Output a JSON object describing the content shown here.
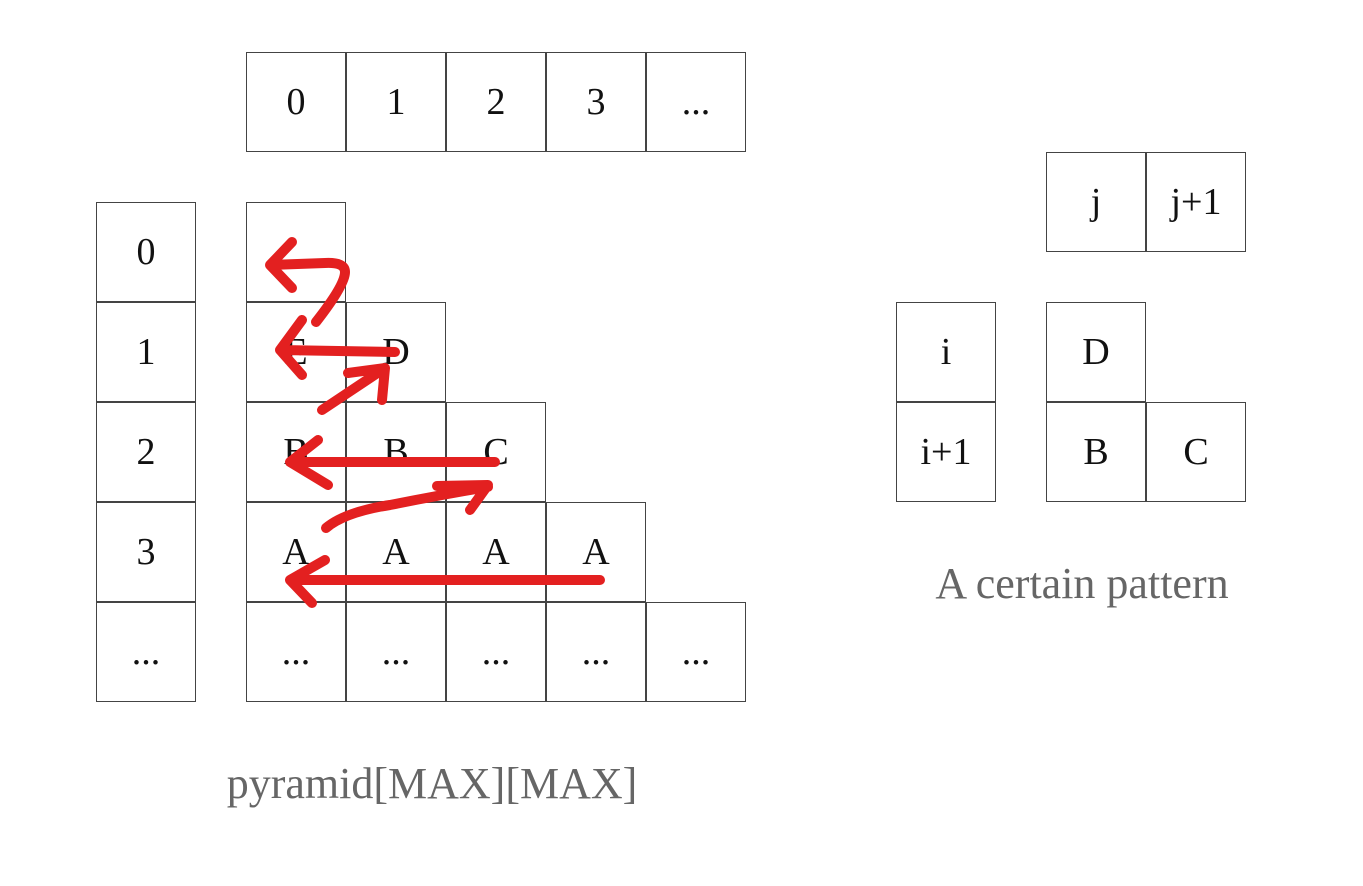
{
  "pyramid_diagram": {
    "column_index_header": [
      "0",
      "1",
      "2",
      "3",
      "..."
    ],
    "row_index_header": [
      "0",
      "1",
      "2",
      "3",
      "..."
    ],
    "rows": [
      [
        ""
      ],
      [
        "E",
        "D"
      ],
      [
        "B",
        "B",
        "C"
      ],
      [
        "A",
        "A",
        "A",
        "A"
      ],
      [
        "...",
        "...",
        "...",
        "...",
        "..."
      ]
    ],
    "caption": "pyramid[MAX][MAX]"
  },
  "pattern_diagram": {
    "column_labels": [
      "j",
      "j+1"
    ],
    "row_labels": [
      "i",
      "i+1"
    ],
    "cells": [
      [
        "D"
      ],
      [
        "B",
        "C"
      ]
    ],
    "caption": "A certain pattern"
  },
  "colors": {
    "arrow": "#e32020",
    "caption": "#666666"
  }
}
